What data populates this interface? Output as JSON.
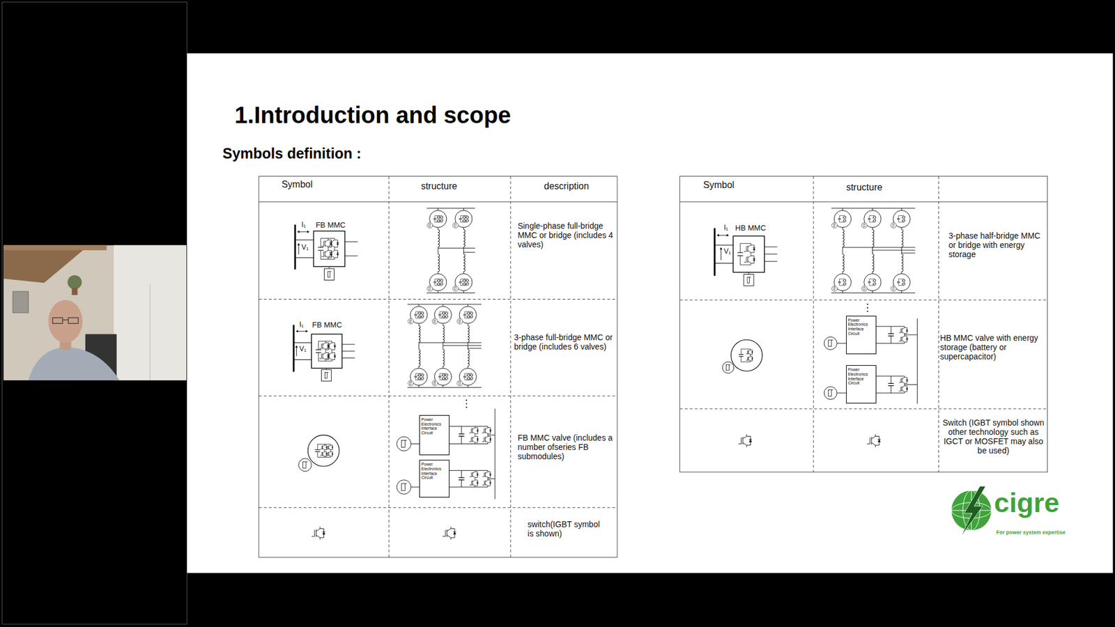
{
  "diagram": {
    "title": "1.Introduction and scope",
    "nodes": [
      {
        "text": [
          "Power Electronics Interface Circuit"
        ]
      },
      {
        "text": [
          "Power Electronics Interface Circuit"
        ]
      },
      {
        "text": [
          "Power Electronics Interface Circuit"
        ]
      },
      {
        "text": [
          "Power Electronics Interface Circuit"
        ]
      }
    ],
    "labels": [
      "Symbols definition :",
      "Symbol",
      "structure",
      "description",
      "Single-phase full-bridge MMC or bridge (includes 4 valves)",
      "3-phase full-bridge MMC or bridge (includes 6 valves)",
      "FB MMC valve (includes a number ofseries FB submodules)",
      "switch(IGBT symbol is shown)",
      "FB MMC",
      "I₁",
      "V₁",
      "FB MMC",
      "I₁",
      "V₁",
      "Symbol",
      "structure",
      "3-phase half-bridge MMC or bridge with energy storage",
      "HB MMC valve with energy storage (battery or supercapacitor)",
      "Switch (IGBT symbol shown other technology such as IGCT or MOSFET may also be used)",
      "HB MMC",
      "I₁",
      "V₁",
      "cigre",
      "For power system expertise"
    ]
  }
}
